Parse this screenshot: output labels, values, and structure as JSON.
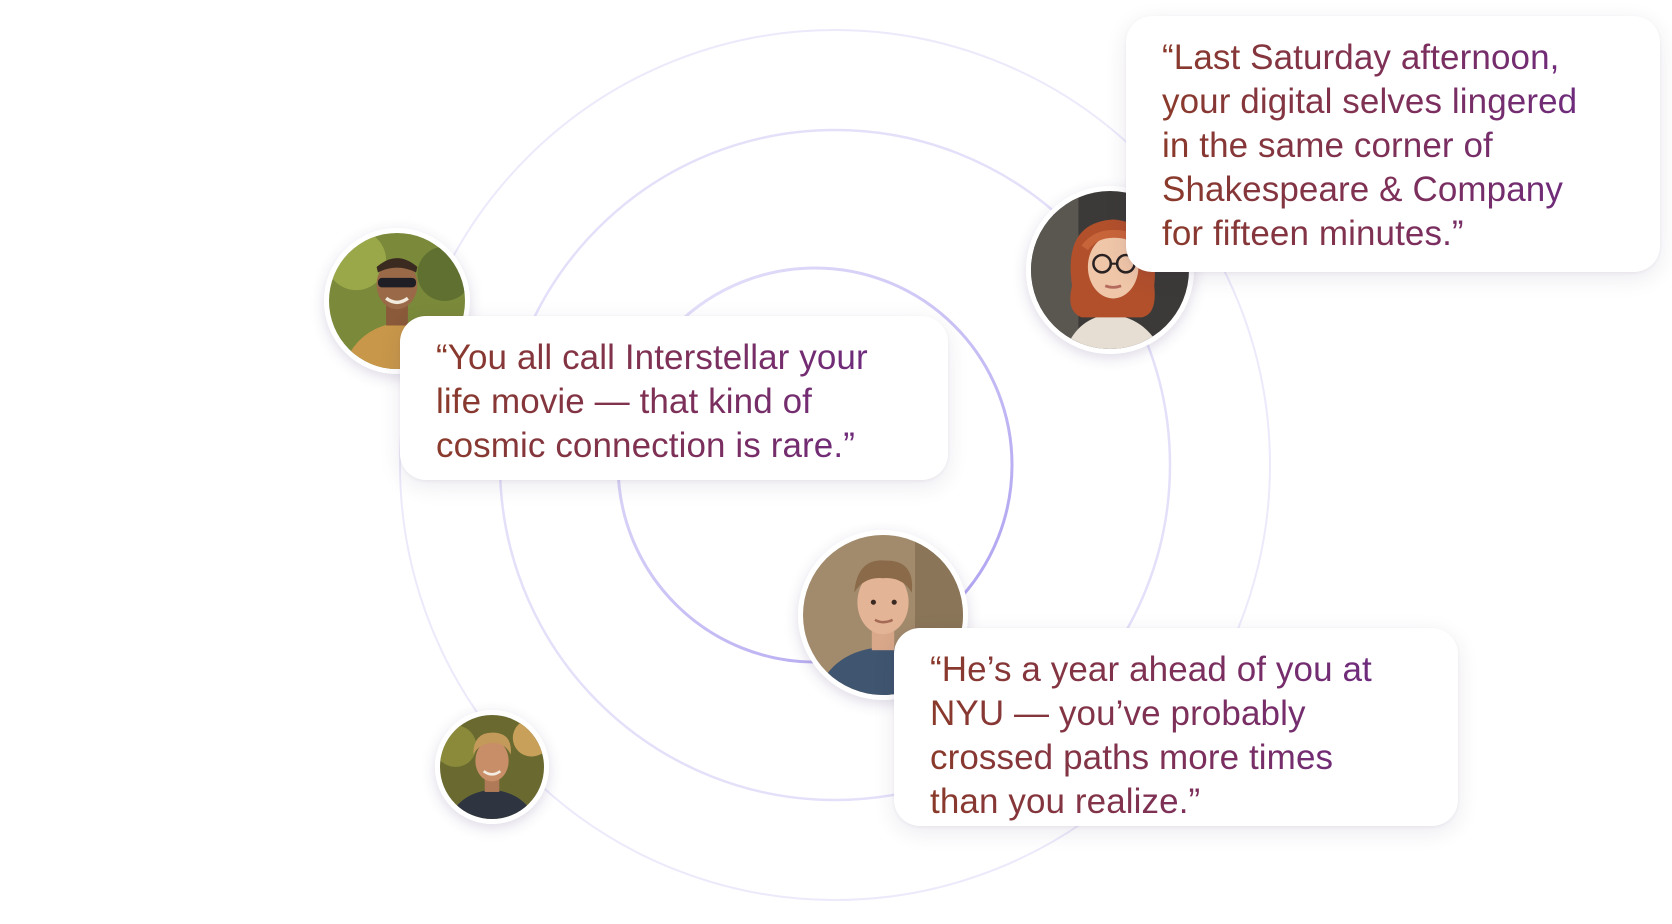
{
  "quotes": {
    "top_right": "“Last Saturday afternoon,\nyour digital selves lingered\nin the same corner of\nShakespeare & Company\nfor fifteen minutes.”",
    "middle_left": "“You all call Interstellar your\nlife movie — that kind of\ncosmic connection is rare.”",
    "bottom_right": "“He’s a year ahead of you at\nNYU — you’ve probably\ncrossed paths more times\nthan you realize.”"
  },
  "avatars": [
    {
      "icon": "person-photo-avatar",
      "description_color": "#b8893a"
    },
    {
      "icon": "person-photo-avatar",
      "description_color": "#c2552b"
    },
    {
      "icon": "person-photo-avatar",
      "description_color": "#8a6a4c"
    },
    {
      "icon": "person-photo-avatar",
      "description_color": "#6f5a33"
    }
  ],
  "colors": {
    "orbit": "#dcd7f5",
    "orbit_accent": "#b7adef",
    "quote_gradient_start": "#8a3a2a",
    "quote_gradient_end": "#6a2a86"
  }
}
